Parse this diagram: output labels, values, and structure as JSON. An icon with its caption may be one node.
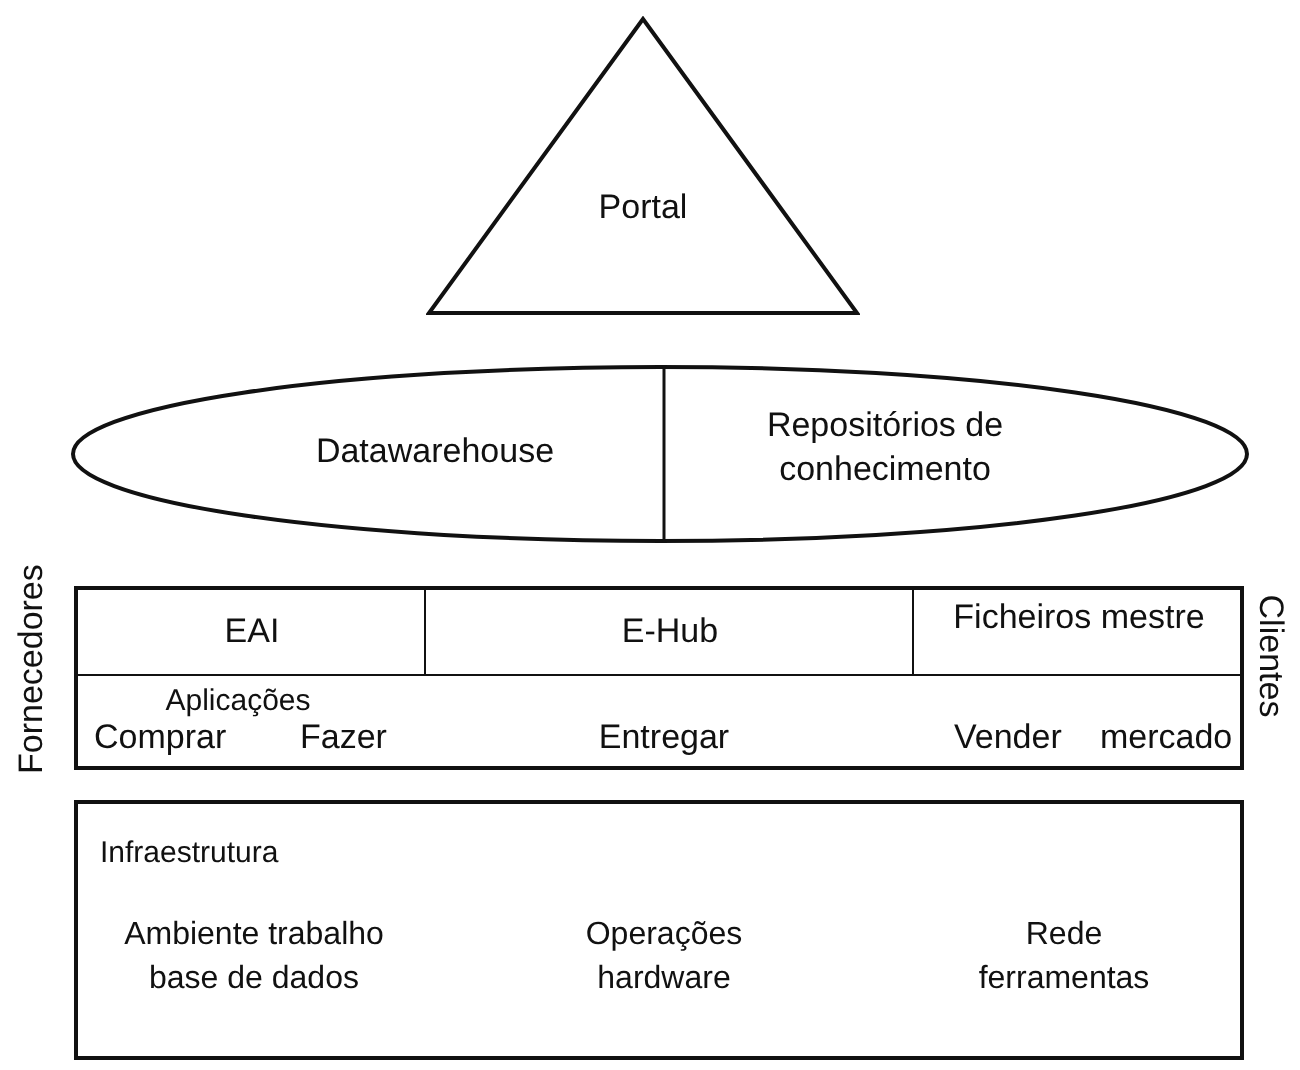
{
  "diagram": {
    "nodes": [
      {
        "text": [
          "Portal"
        ]
      },
      {
        "text": [
          "Datawarehouse",
          "Repositórios de conhecimento"
        ]
      },
      {
        "text": [
          "Aplicações",
          "Comprar",
          "Fazer",
          "Entregar",
          "Vender",
          "mercado"
        ]
      },
      {
        "text": [
          "EAI"
        ],
        "in": 2
      },
      {
        "text": [
          "E-Hub"
        ],
        "in": 2
      },
      {
        "text": [
          "Ficheiros mestre"
        ],
        "in": 2
      },
      {
        "text": [
          "Infraestrutura",
          "Ambiente trabalho base de dados",
          "Operações hardware",
          "Rede ferramentas"
        ]
      }
    ],
    "labels": [
      "Fornecedores",
      "Clientes"
    ]
  }
}
